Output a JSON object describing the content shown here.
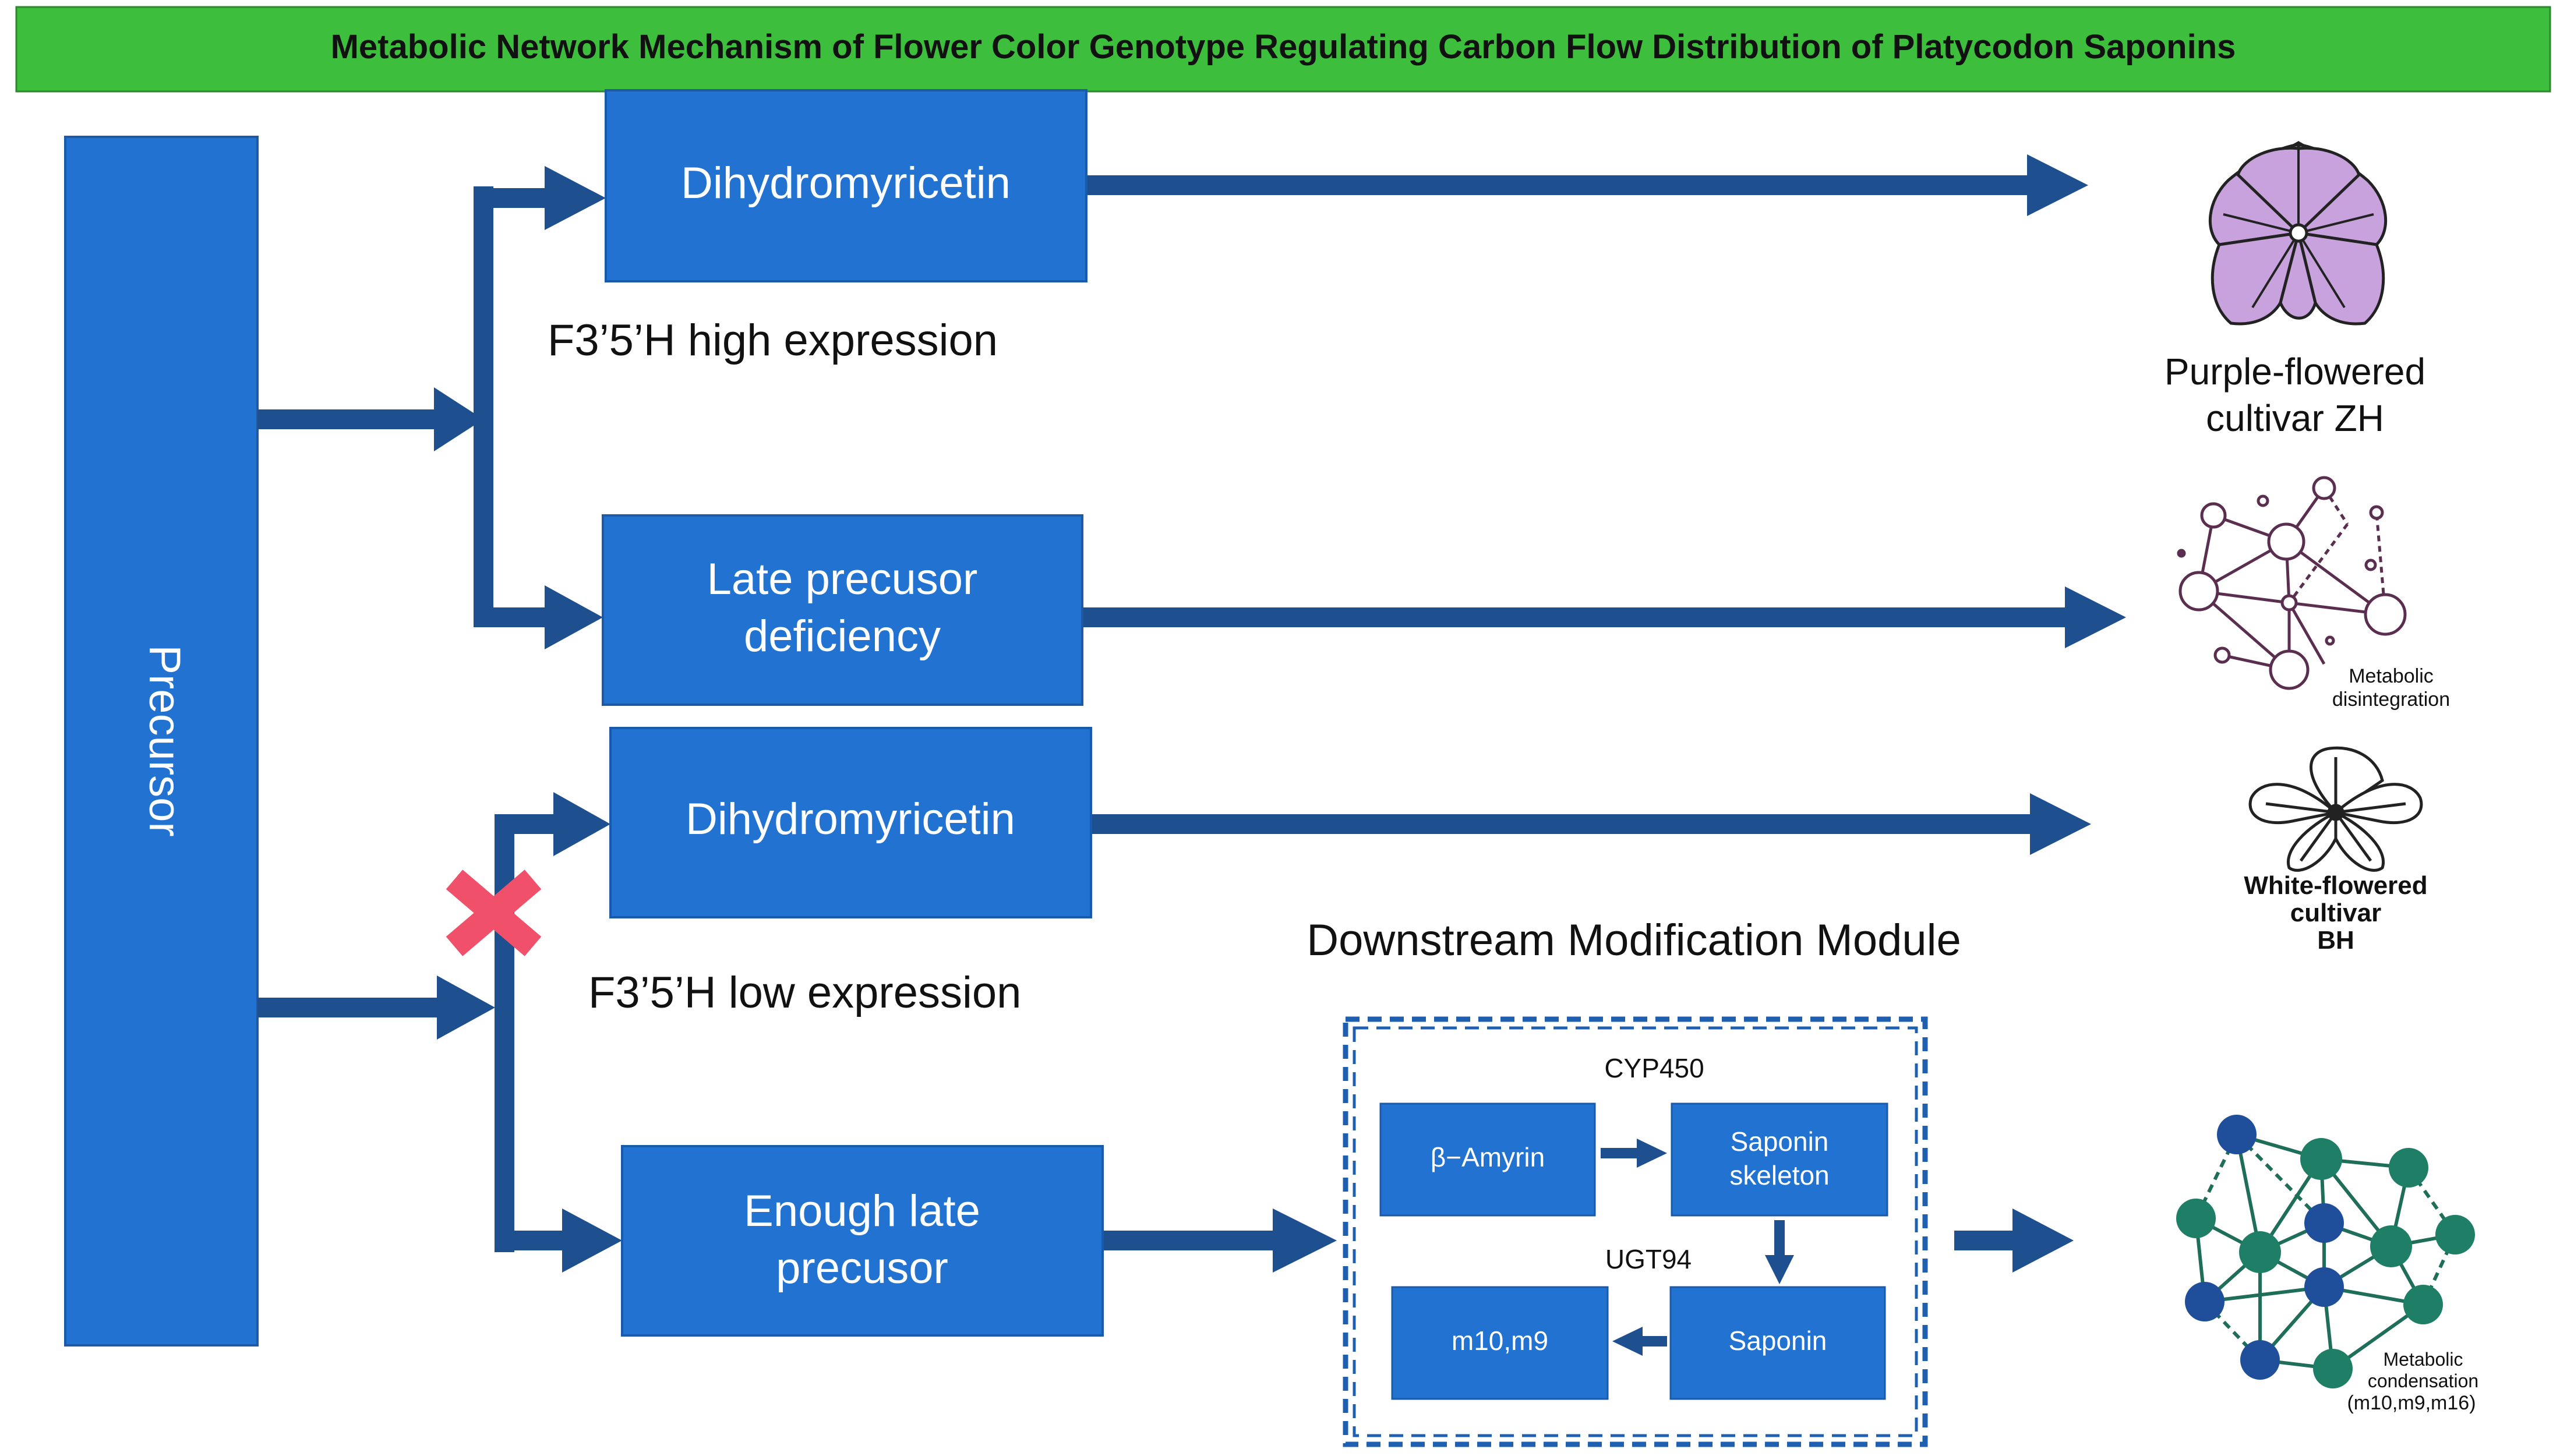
{
  "title": "Metabolic Network Mechanism of Flower Color Genotype Regulating Carbon Flow Distribution of Platycodon Saponins",
  "colors": {
    "title_bar": "#3dbf3d",
    "box_fill": "#2272d2",
    "arrow": "#1e4f8f",
    "cross": "#f0506a",
    "purple_petal": "#c8a2dc",
    "node_blue": "#1f4e9a",
    "node_green": "#1f7e66"
  },
  "precursor": "Precursor",
  "high_branch": {
    "top_box": "Dihydromyricetin",
    "expression": "F3’5’H  high expression",
    "bottom_box_line1": "Late precusor",
    "bottom_box_line2": "deficiency"
  },
  "low_branch": {
    "top_box": "Dihydromyricetin",
    "expression": "F3’5’H  low expression",
    "bottom_box_line1": "Enough late",
    "bottom_box_line2": "precusor"
  },
  "module": {
    "title": "Downstream Modification Module",
    "enzyme1": "CYP450",
    "enzyme2": "UGT94",
    "amyrin": "β−Amyrin",
    "skeleton_line1": "Saponin",
    "skeleton_line2": "skeleton",
    "saponin": "Saponin",
    "m10m9": "m10,m9"
  },
  "outcomes": {
    "purple_line1": "Purple-flowered",
    "purple_line2": "cultivar ZH",
    "disintegration_line1": "Metabolic",
    "disintegration_line2": "disintegration",
    "white_line1": "White-flowered",
    "white_line2": "cultivar",
    "white_line3": "BH",
    "condensation_line1": "Metabolic",
    "condensation_line2": "condensation",
    "condensation_line3": "(m10,m9,m16)"
  }
}
